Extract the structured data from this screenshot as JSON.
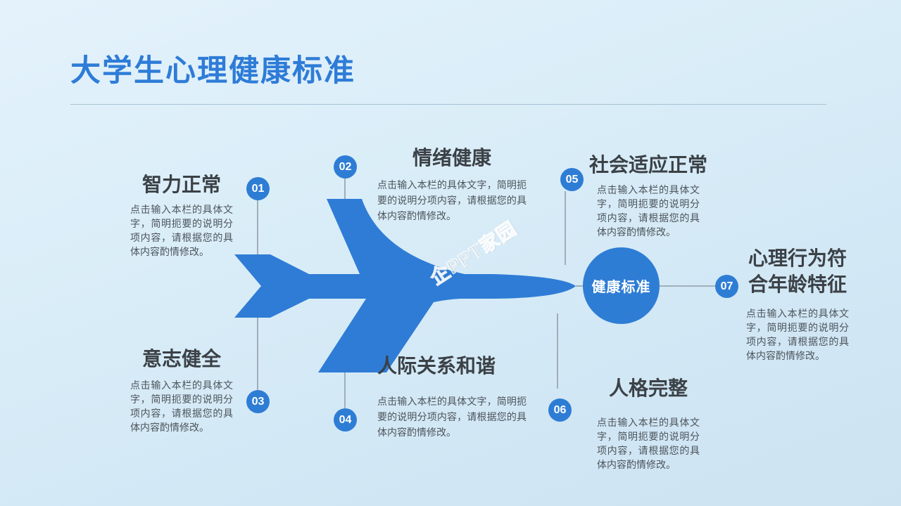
{
  "slide": {
    "title": "大学生心理健康标准",
    "hub_label": "健康标准",
    "watermark": "企PPT家园",
    "accent_color": "#2e7dd5",
    "sections": [
      {
        "num": "01",
        "title": "智力正常",
        "body": "点击输入本栏的具体文字，简明扼要的说明分项内容，请根据您的具体内容酌情修改。"
      },
      {
        "num": "02",
        "title": "情绪健康",
        "body": "点击输入本栏的具体文字，简明扼要的说明分项内容，请根据您的具体内容酌情修改。"
      },
      {
        "num": "03",
        "title": "意志健全",
        "body": "点击输入本栏的具体文字，简明扼要的说明分项内容，请根据您的具体内容酌情修改。"
      },
      {
        "num": "04",
        "title": "人际关系和谐",
        "body": "点击输入本栏的具体文字，简明扼要的说明分项内容，请根据您的具体内容酌情修改。"
      },
      {
        "num": "05",
        "title": "社会适应正常",
        "body": "点击输入本栏的具体文字，简明扼要的说明分项内容，请根据您的具体内容酌情修改。"
      },
      {
        "num": "06",
        "title": "人格完整",
        "body": "点击输入本栏的具体文字，简明扼要的说明分项内容，请根据您的具体内容酌情修改。"
      },
      {
        "num": "07",
        "title": "心理行为符合年龄特征",
        "body": "点击输入本栏的具体文字，简明扼要的说明分项内容，请根据您的具体内容酌情修改。"
      }
    ]
  }
}
